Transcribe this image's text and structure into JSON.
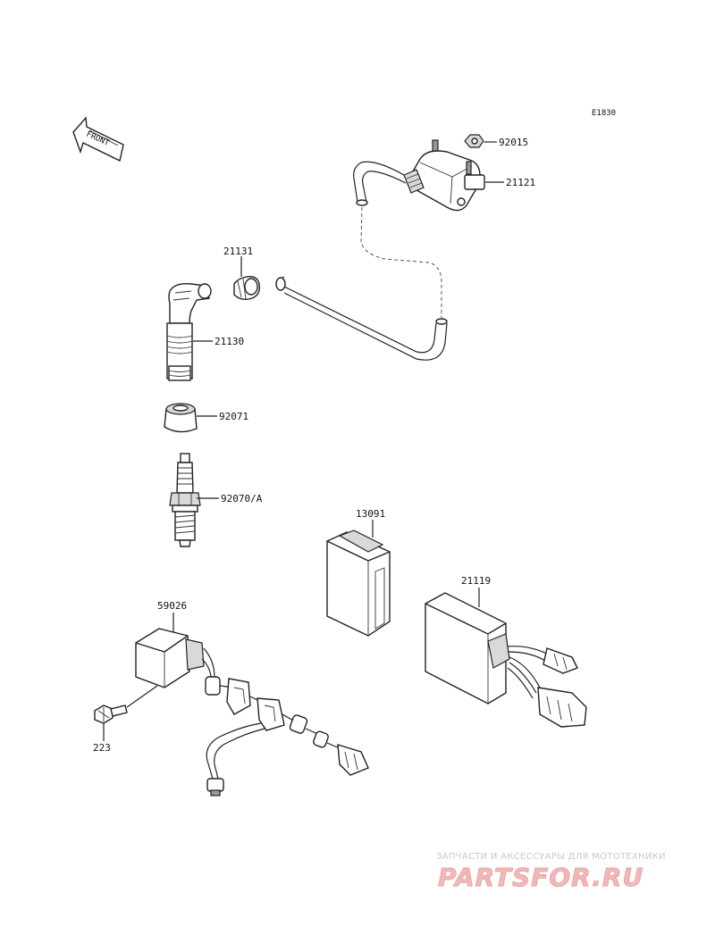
{
  "diagram_code": "E1830",
  "front_label": "FRONT",
  "part_labels": {
    "nut": "92015",
    "ignition_coil": "21121",
    "cap_seal": "21131",
    "plug_cap": "21130",
    "plug_seal": "92071",
    "spark_plug": "92070/A",
    "relay_box": "13091",
    "cdi_unit": "21119",
    "regulator": "59026",
    "screw": "223"
  },
  "watermark": {
    "tagline": "ЗАПЧАСТИ И АКСЕССУАРЫ ДЛЯ МОТОТЕХНИКИ",
    "brand": "PARTSFOR.RU"
  }
}
